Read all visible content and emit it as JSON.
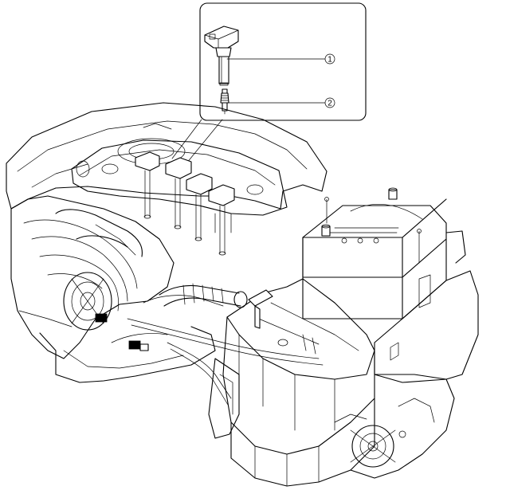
{
  "diagram": {
    "callouts": [
      {
        "number": "1",
        "part": "ignition-coil"
      },
      {
        "number": "2",
        "part": "spark-plug"
      }
    ],
    "colors": {
      "ink": "#000000",
      "paper": "#ffffff"
    }
  }
}
